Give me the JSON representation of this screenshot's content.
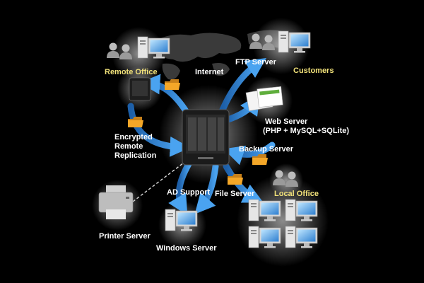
{
  "labels": {
    "remote_office": "Remote Office",
    "internet": "Internet",
    "ftp_server": "FTP Server",
    "customers": "Customers",
    "web_server_line1": "Web Server",
    "web_server_line2": "(PHP + MySQL+SQLite)",
    "encrypted_line1": "Encrypted",
    "encrypted_line2": "Remote",
    "encrypted_line3": "Replication",
    "backup_server": "Backup Server",
    "ad_support": "AD Support",
    "file_server": "File Server",
    "local_office": "Local Office",
    "printer_server": "Printer Server",
    "windows_server": "Windows Server"
  },
  "colors": {
    "background": "#000000",
    "arrow_blue": "#2a7fd4",
    "folder_orange": "#f0a020",
    "office_label": "#f2e27a",
    "label": "#ffffff",
    "map_gray": "#3a3a3a"
  },
  "icons": [
    "nas-server-icon",
    "folder-icon",
    "computer-icon",
    "users-icon",
    "printer-icon",
    "world-map-icon",
    "web-page-icon"
  ]
}
